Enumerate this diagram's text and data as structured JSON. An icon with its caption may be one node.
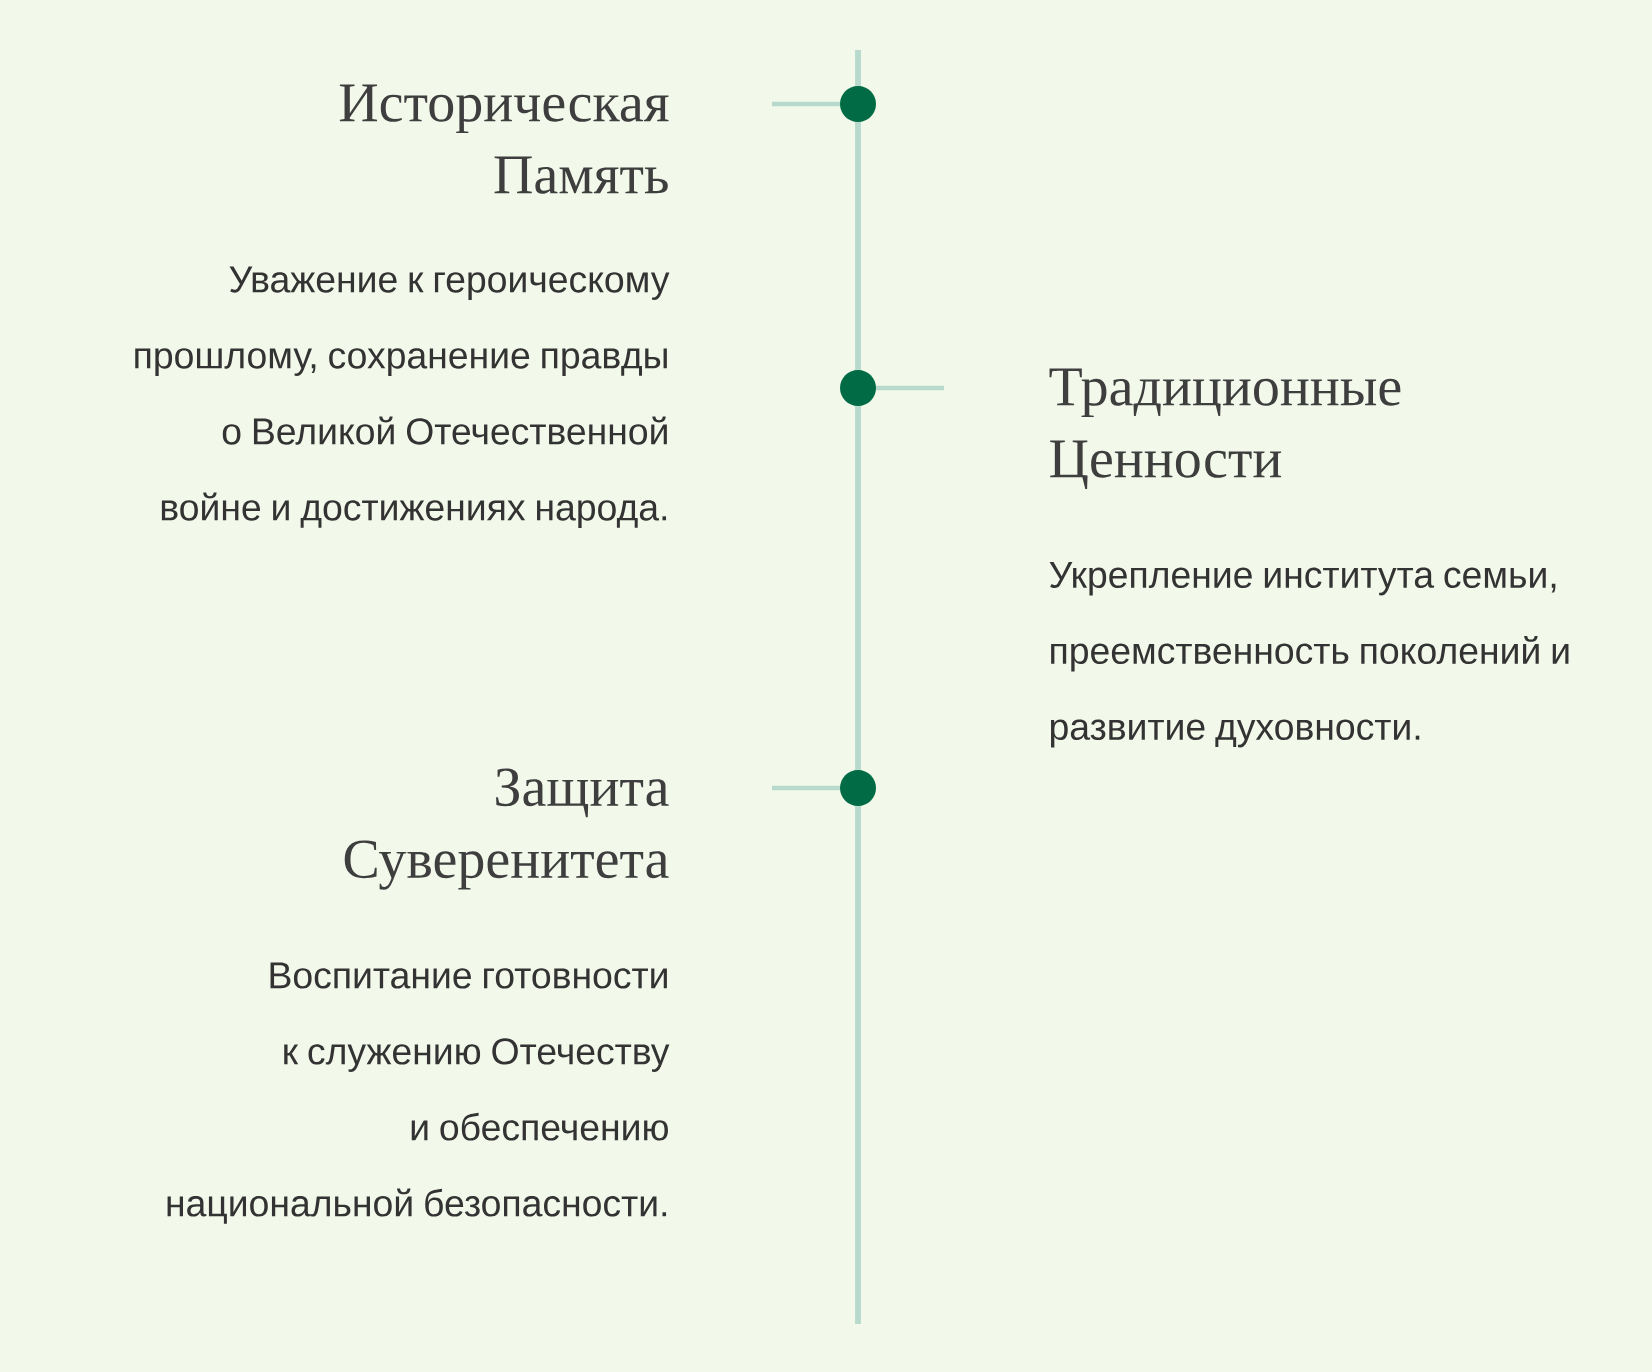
{
  "diagram": {
    "nodes": [
      {
        "text": [
          "Историческая Память",
          "Уважение к героическому прошлому, сохранение правды о Великой Отечественной войне и достижениях народа."
        ]
      },
      {
        "text": [
          "Традиционные Ценности",
          "Укрепление института семьи, преемственность поколений и развитие духовности."
        ]
      },
      {
        "text": [
          "Защита Суверенитета",
          "Воспитание готовности к служению Отечеству и обеспечению национальной безопасности."
        ]
      }
    ]
  }
}
